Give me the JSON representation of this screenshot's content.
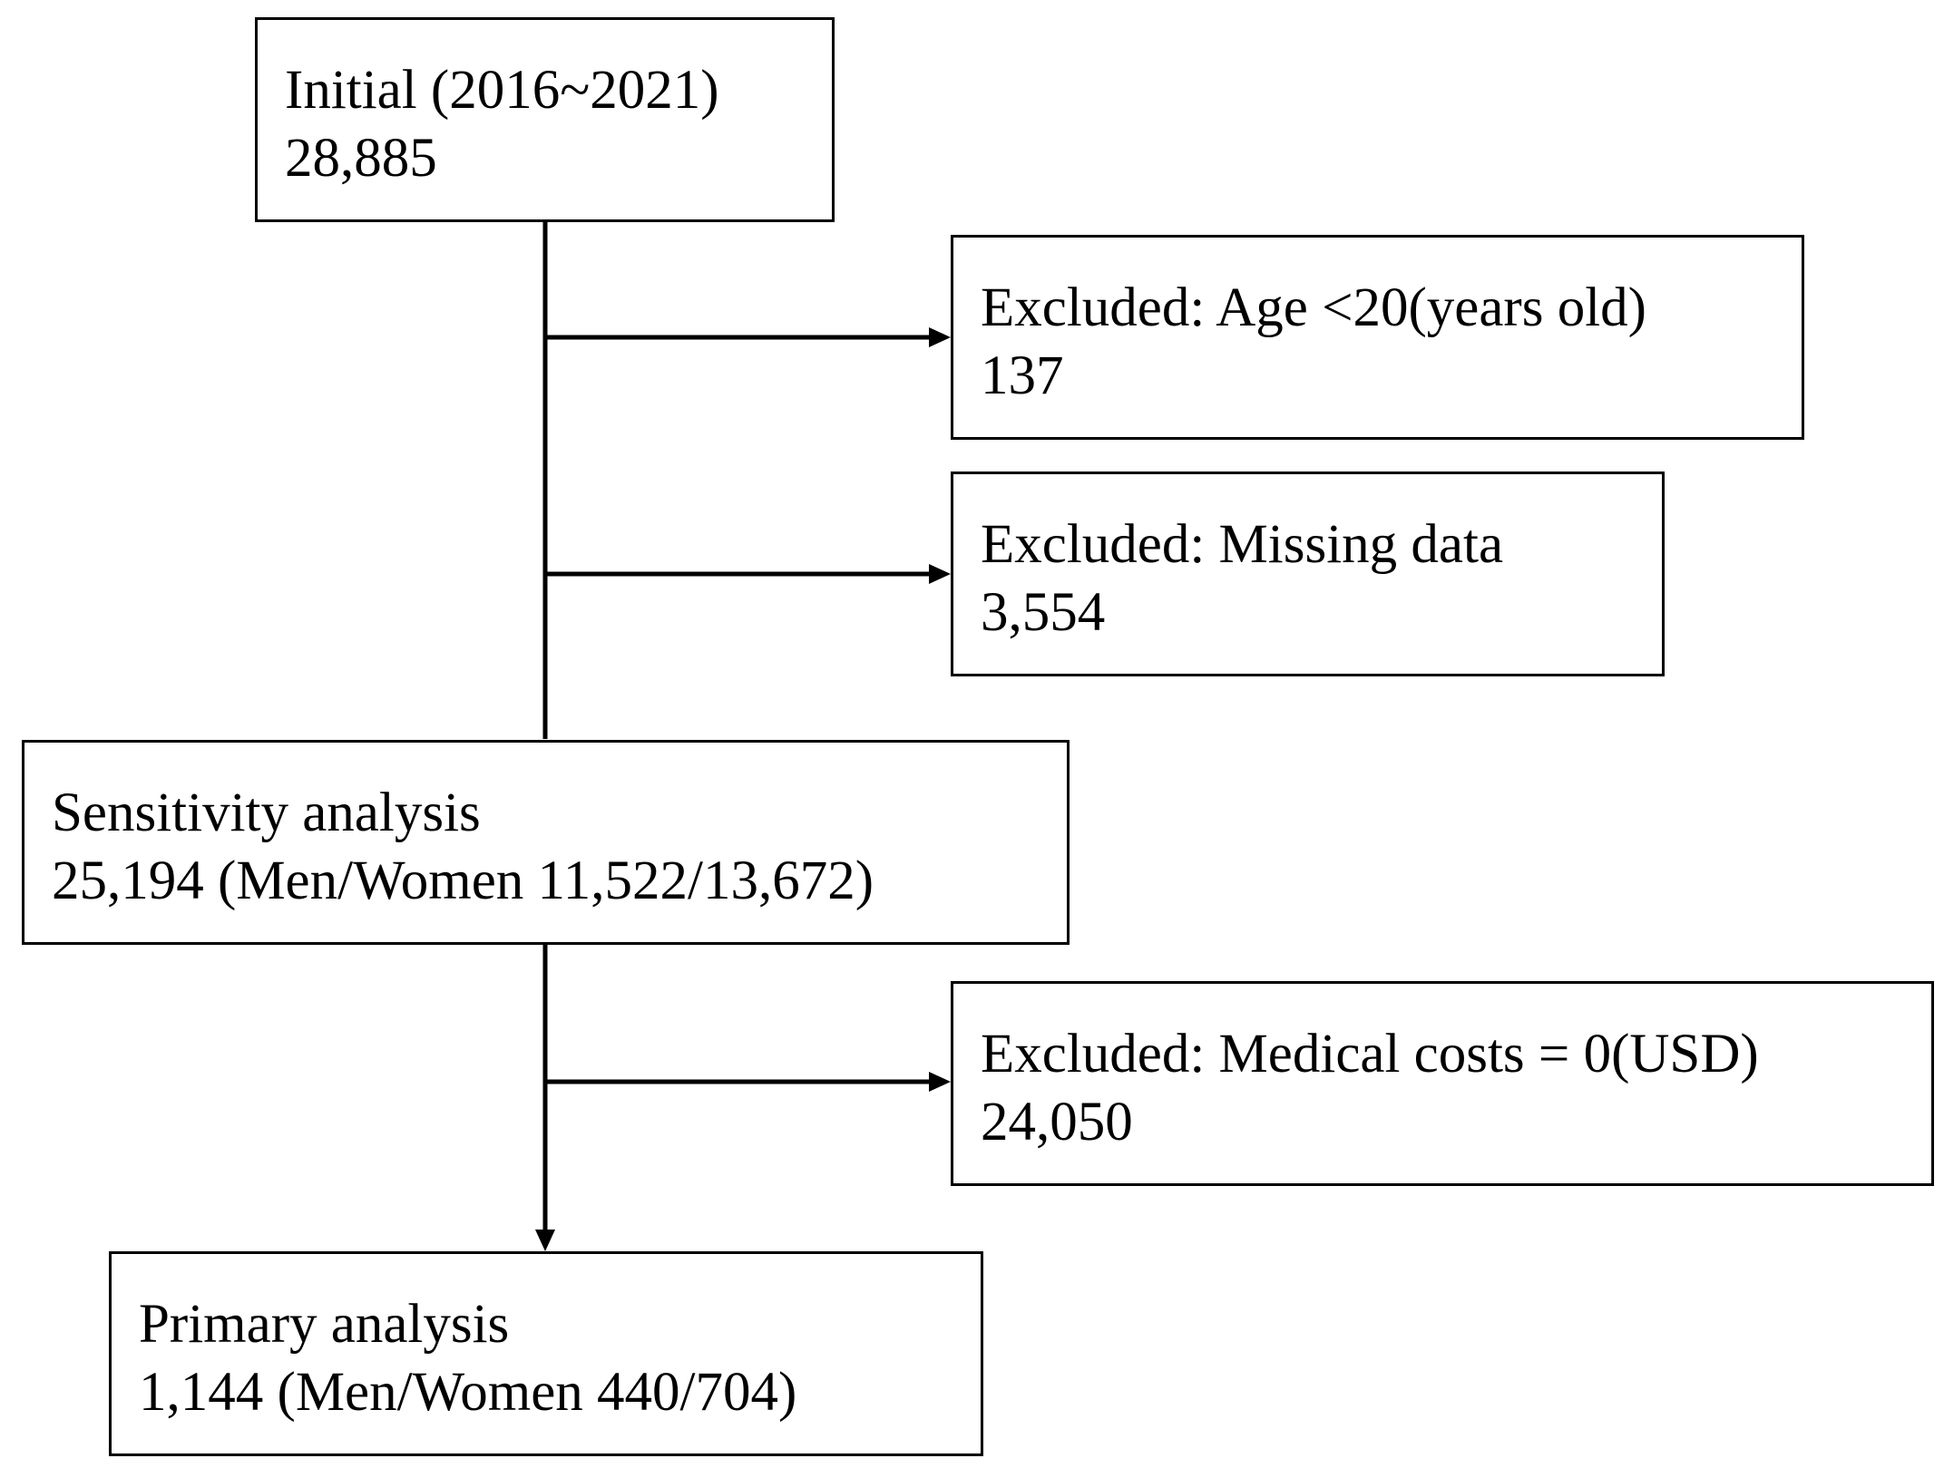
{
  "diagram": {
    "type": "flowchart",
    "nodes": [
      {
        "id": "initial",
        "lines": [
          "Initial (2016~2021)",
          "28,885"
        ]
      },
      {
        "id": "exclude-age",
        "lines": [
          "Excluded: Age <20(years old)",
          "137"
        ]
      },
      {
        "id": "exclude-missing",
        "lines": [
          "Excluded: Missing data",
          "3,554"
        ]
      },
      {
        "id": "sensitivity",
        "lines": [
          "Sensitivity analysis",
          "25,194 (Men/Women 11,522/13,672)"
        ]
      },
      {
        "id": "exclude-costs",
        "lines": [
          "Excluded: Medical costs = 0(USD)",
          "24,050"
        ]
      },
      {
        "id": "primary",
        "lines": [
          "Primary analysis",
          "1,144 (Men/Women 440/704)"
        ]
      }
    ],
    "edges": [
      {
        "from": "initial",
        "to": "sensitivity"
      },
      {
        "from": "initial",
        "to": "exclude-age"
      },
      {
        "from": "initial",
        "to": "exclude-missing"
      },
      {
        "from": "sensitivity",
        "to": "primary"
      },
      {
        "from": "sensitivity",
        "to": "exclude-costs"
      }
    ]
  }
}
